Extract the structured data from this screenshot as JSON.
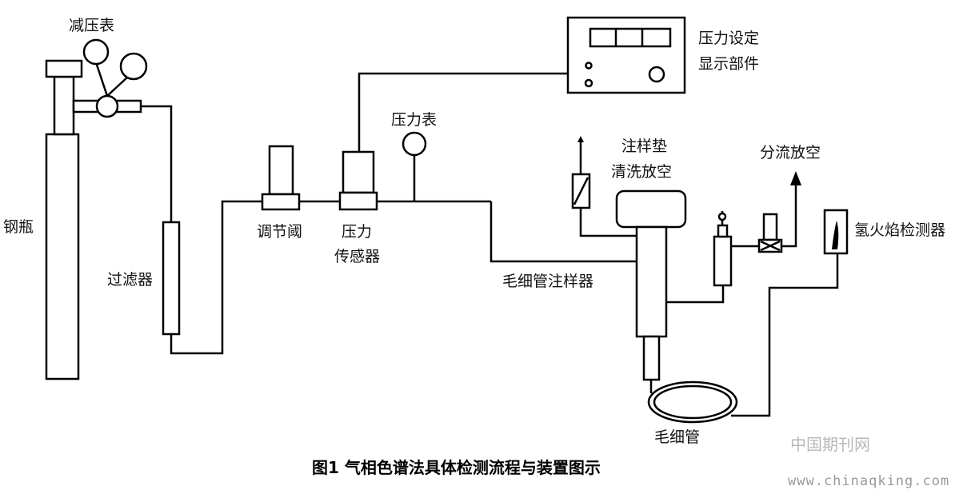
{
  "labels": {
    "pressure_reducer": "减压表",
    "cylinder": "钢瓶",
    "filter": "过滤器",
    "regulating_valve": "调节阈",
    "pressure_sensor_line1": "压力",
    "pressure_sensor_line2": "传感器",
    "pressure_gauge": "压力表",
    "pressure_display_line1": "压力设定",
    "pressure_display_line2": "显示部件",
    "septum_purge_line1": "注样垫",
    "septum_purge_line2": "清洗放空",
    "split_vent": "分流放空",
    "fid": "氢火焰检测器",
    "capillary_injector": "毛细管注样器",
    "capillary": "毛细管"
  },
  "caption": "图1  气相色谱法具体检测流程与装置图示",
  "watermark": {
    "brand": "中国期刊网",
    "url": "www.chinaqking.com"
  }
}
